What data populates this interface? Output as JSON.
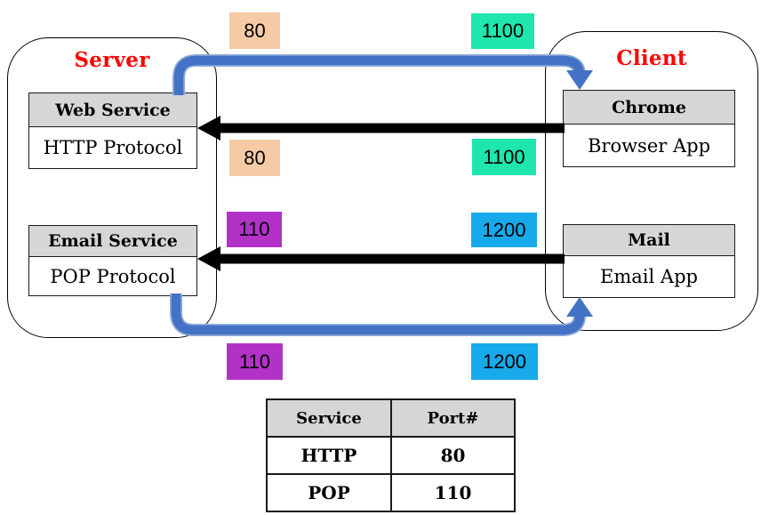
{
  "diagram": {
    "server": {
      "title": "Server",
      "services": [
        {
          "name": "Web Service",
          "protocol": "HTTP Protocol"
        },
        {
          "name": "Email Service",
          "protocol": "POP Protocol"
        }
      ]
    },
    "client": {
      "title": "Client",
      "apps": [
        {
          "name": "Chrome",
          "type": "Browser App"
        },
        {
          "name": "Mail",
          "type": "Email App"
        }
      ]
    },
    "port_labels": {
      "http_server_top": {
        "text": "80",
        "color": "#F6CAA5"
      },
      "http_client_top": {
        "text": "1100",
        "color": "#1EE6AC"
      },
      "http_server_mid": {
        "text": "80",
        "color": "#F6CAA5"
      },
      "http_client_mid": {
        "text": "1100",
        "color": "#1EE6AC"
      },
      "pop_server_mid": {
        "text": "110",
        "color": "#B232C8"
      },
      "pop_client_mid": {
        "text": "1200",
        "color": "#17A9E9"
      },
      "pop_server_bottom": {
        "text": "110",
        "color": "#B232C8"
      },
      "pop_client_bottom": {
        "text": "1200",
        "color": "#17A9E9"
      }
    },
    "colors": {
      "title_red": "#FF0000",
      "arrow_blue": "#4472C4",
      "arrow_blue_edge": "#8EAADB",
      "arrow_black": "#000000",
      "box_header_gray": "#D6D6D6"
    }
  },
  "table": {
    "headers": {
      "service": "Service",
      "port": "Port#"
    },
    "rows": [
      {
        "service": "HTTP",
        "port": "80"
      },
      {
        "service": "POP",
        "port": "110"
      }
    ]
  }
}
